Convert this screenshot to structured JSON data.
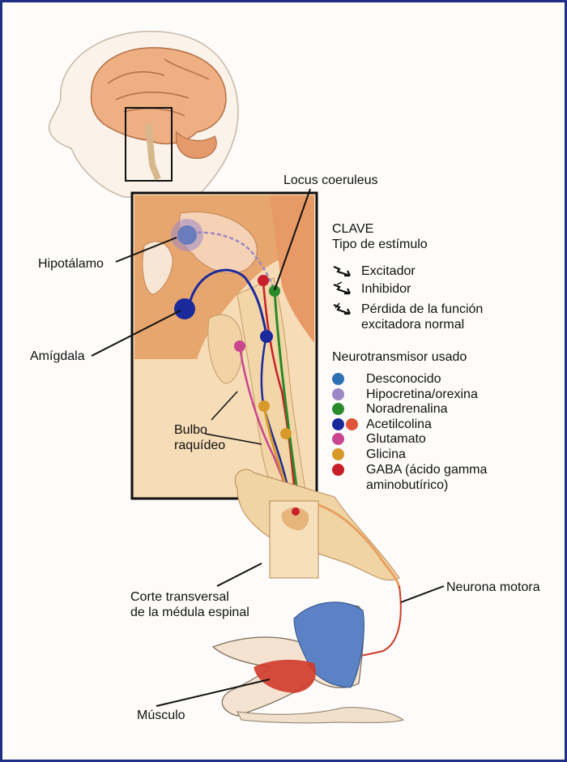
{
  "labels": {
    "locus": "Locus coeruleus",
    "hipotalamo": "Hipotálamo",
    "amigdala": "Amígdala",
    "bulbo": "Bulbo\nraquídeo",
    "corte": "Corte transversal\nde la médula espinal",
    "neurona": "Neurona motora",
    "musculo": "Músculo"
  },
  "key": {
    "title": "CLAVE",
    "subtitle": "Tipo de estímulo",
    "stimulus": [
      {
        "label": "Excitador",
        "icon": "excitatory-arrow-icon"
      },
      {
        "label": "Inhibidor",
        "icon": "inhibitory-arrow-icon"
      },
      {
        "label": "Pérdida de la función\nexcitadora normal",
        "icon": "loss-arrow-icon"
      }
    ],
    "nt_title": "Neurotransmisor usado",
    "neurotransmitters": [
      {
        "label": "Desconocido",
        "colors": [
          "#2f6fb4"
        ]
      },
      {
        "label": "Hipocretina/orexina",
        "colors": [
          "#9d86c4"
        ]
      },
      {
        "label": "Noradrenalina",
        "colors": [
          "#2a8a2a"
        ]
      },
      {
        "label": "Acetilcolina",
        "colors": [
          "#1b2a9a",
          "#e0553a"
        ]
      },
      {
        "label": "Glutamato",
        "colors": [
          "#c9468e"
        ]
      },
      {
        "label": "Glicina",
        "colors": [
          "#d79a2a"
        ]
      },
      {
        "label": "GABA (ácido gamma\naminobutírico)",
        "colors": [
          "#c8202a"
        ]
      }
    ]
  },
  "colors": {
    "border": "#1f2f86",
    "brain": "#e8a670",
    "tissue": "#f3d9b0",
    "muscle": "#d23a2a",
    "shirt": "#5b82c4"
  }
}
